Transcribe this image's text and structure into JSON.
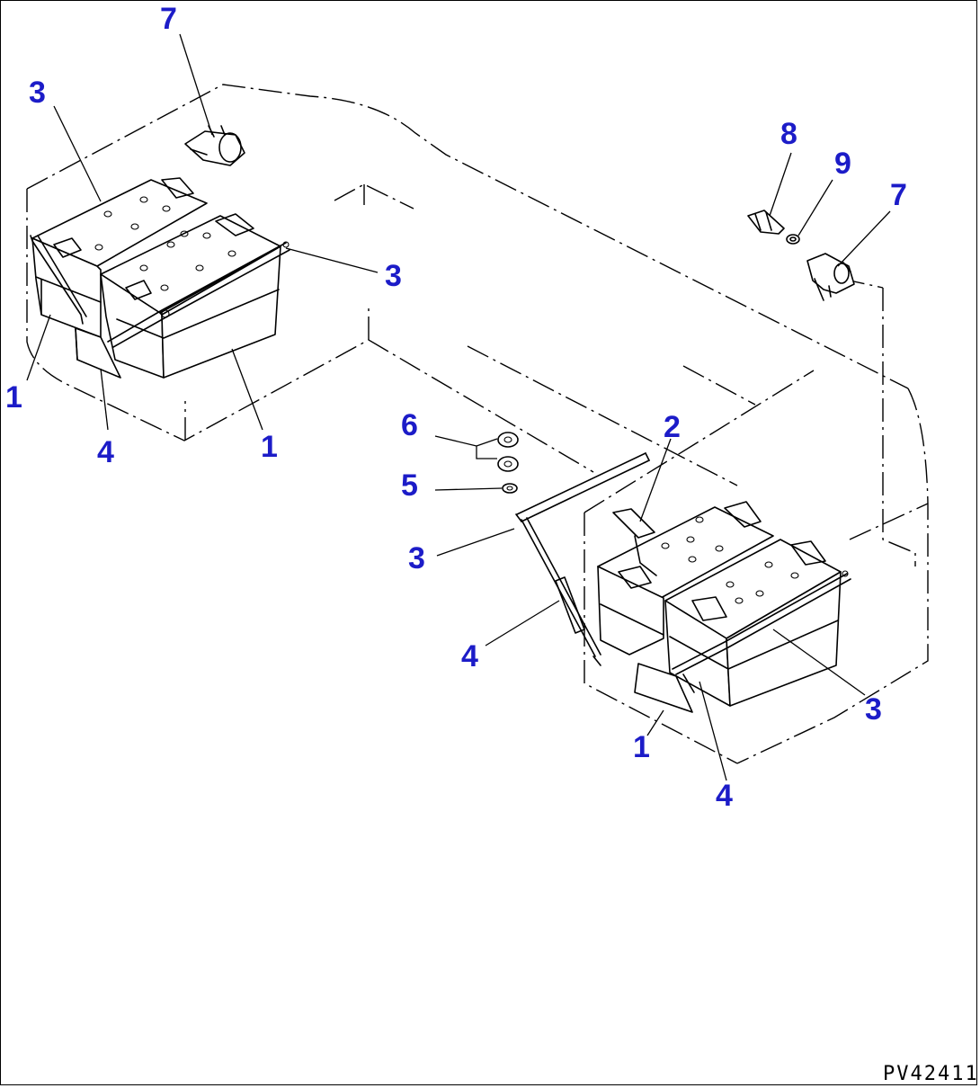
{
  "drawing_code": "PV42411",
  "callouts": [
    {
      "id": "c7a",
      "text": "7"
    },
    {
      "id": "c3a",
      "text": "3"
    },
    {
      "id": "c3b",
      "text": "3"
    },
    {
      "id": "c1a",
      "text": "1"
    },
    {
      "id": "c4a",
      "text": "4"
    },
    {
      "id": "c1b",
      "text": "1"
    },
    {
      "id": "c8",
      "text": "8"
    },
    {
      "id": "c9",
      "text": "9"
    },
    {
      "id": "c7b",
      "text": "7"
    },
    {
      "id": "c6",
      "text": "6"
    },
    {
      "id": "c5",
      "text": "5"
    },
    {
      "id": "c2",
      "text": "2"
    },
    {
      "id": "c3c",
      "text": "3"
    },
    {
      "id": "c4b",
      "text": "4"
    },
    {
      "id": "c3d",
      "text": "3"
    },
    {
      "id": "c1c",
      "text": "1"
    },
    {
      "id": "c4c",
      "text": "4"
    }
  ],
  "colors": {
    "callout": "#1c1cc8",
    "line": "#000000",
    "background": "#ffffff"
  }
}
